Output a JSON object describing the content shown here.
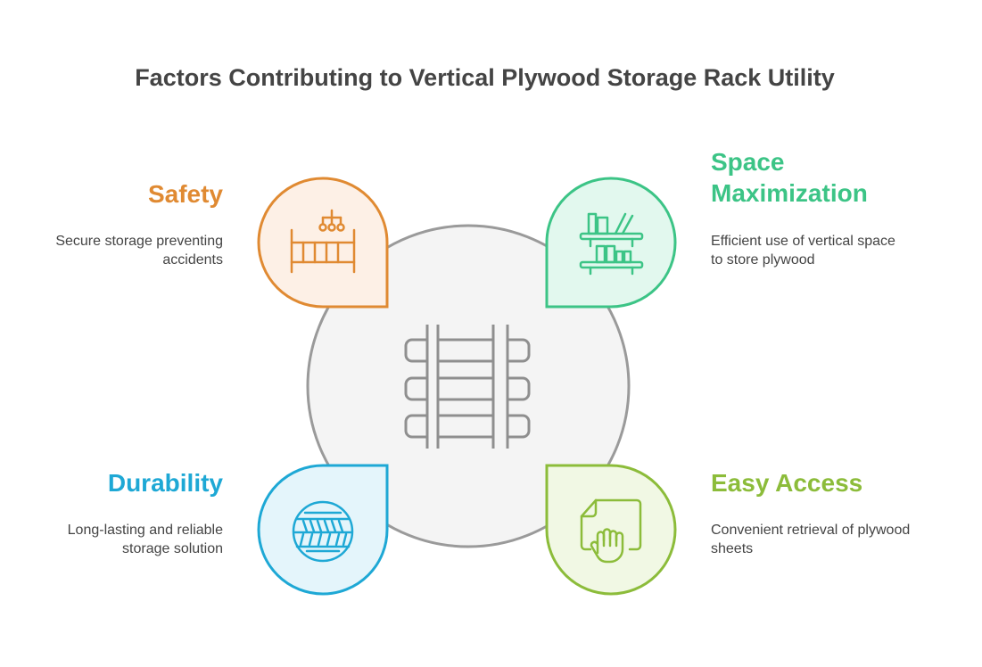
{
  "title": "Factors Contributing to Vertical Plywood Storage Rack Utility",
  "center": {
    "icon": "storage-rack-icon"
  },
  "factors": {
    "safety": {
      "heading": "Safety",
      "description": [
        "Secure storage preventing",
        "accidents"
      ],
      "color": "#e08a32",
      "fill": "#fdf0e6",
      "icon": "crib-icon"
    },
    "space": {
      "heading": [
        "Space",
        "Maximization"
      ],
      "description": [
        "Efficient use of vertical space",
        "to store plywood"
      ],
      "color": "#3cc486",
      "fill": "#e2f8ee",
      "icon": "bookshelf-icon"
    },
    "durability": {
      "heading": "Durability",
      "description": [
        "Long-lasting and reliable",
        "storage solution"
      ],
      "color": "#1ea8d5",
      "fill": "#e4f5fb",
      "icon": "circular-shelf-icon"
    },
    "access": {
      "heading": "Easy Access",
      "description": [
        "Convenient retrieval of plywood",
        "sheets"
      ],
      "color": "#8cbc3a",
      "fill": "#f1f8e4",
      "icon": "hand-document-icon"
    }
  }
}
